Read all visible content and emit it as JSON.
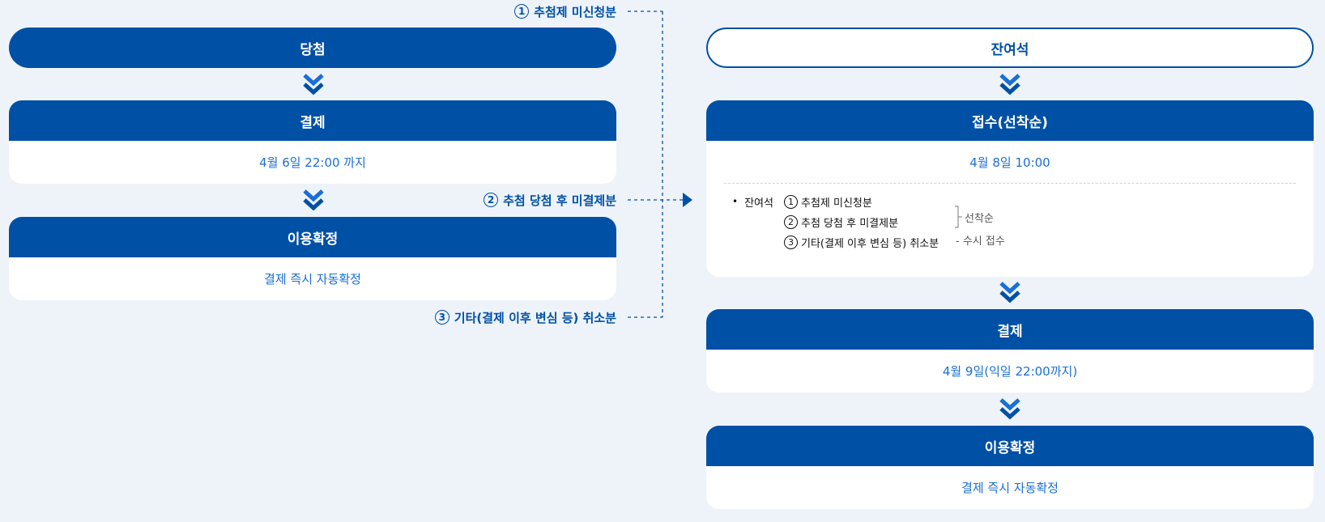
{
  "left": {
    "top_pill": "당첨",
    "payment": {
      "title": "결제",
      "body": "4월 6일 22:00 까지"
    },
    "confirm": {
      "title": "이용확정",
      "body": "결제 즉시 자동확정"
    }
  },
  "cancel_labels": [
    {
      "num": "1",
      "text": "추첨제 미신청분"
    },
    {
      "num": "2",
      "text": "추첨 당첨 후 미결제분"
    },
    {
      "num": "3",
      "text": "기타(결제 이후 변심 등) 취소분"
    }
  ],
  "right": {
    "top_pill": "잔여석",
    "reception": {
      "title": "접수(선착순)",
      "time": "4월 8일 10:00",
      "bullet_label": "잔여석",
      "items": [
        {
          "num": "1",
          "text": "추첨제 미신청분"
        },
        {
          "num": "2",
          "text": "추첨 당첨 후 미결제분"
        },
        {
          "num": "3",
          "text": "기타(결제 이후 변심 등) 취소분"
        }
      ],
      "first_come": "선착순",
      "anytime": "- 수시 접수"
    },
    "payment": {
      "title": "결제",
      "body": "4월 9일(익일 22:00까지)"
    },
    "confirm": {
      "title": "이용확정",
      "body": "결제 즉시 자동확정"
    }
  },
  "colors": {
    "primary": "#0050a5",
    "accent_text": "#1a6fd4",
    "background": "#eef3fa"
  },
  "icons": [
    "double-chevron-down-icon",
    "arrow-right-icon"
  ]
}
